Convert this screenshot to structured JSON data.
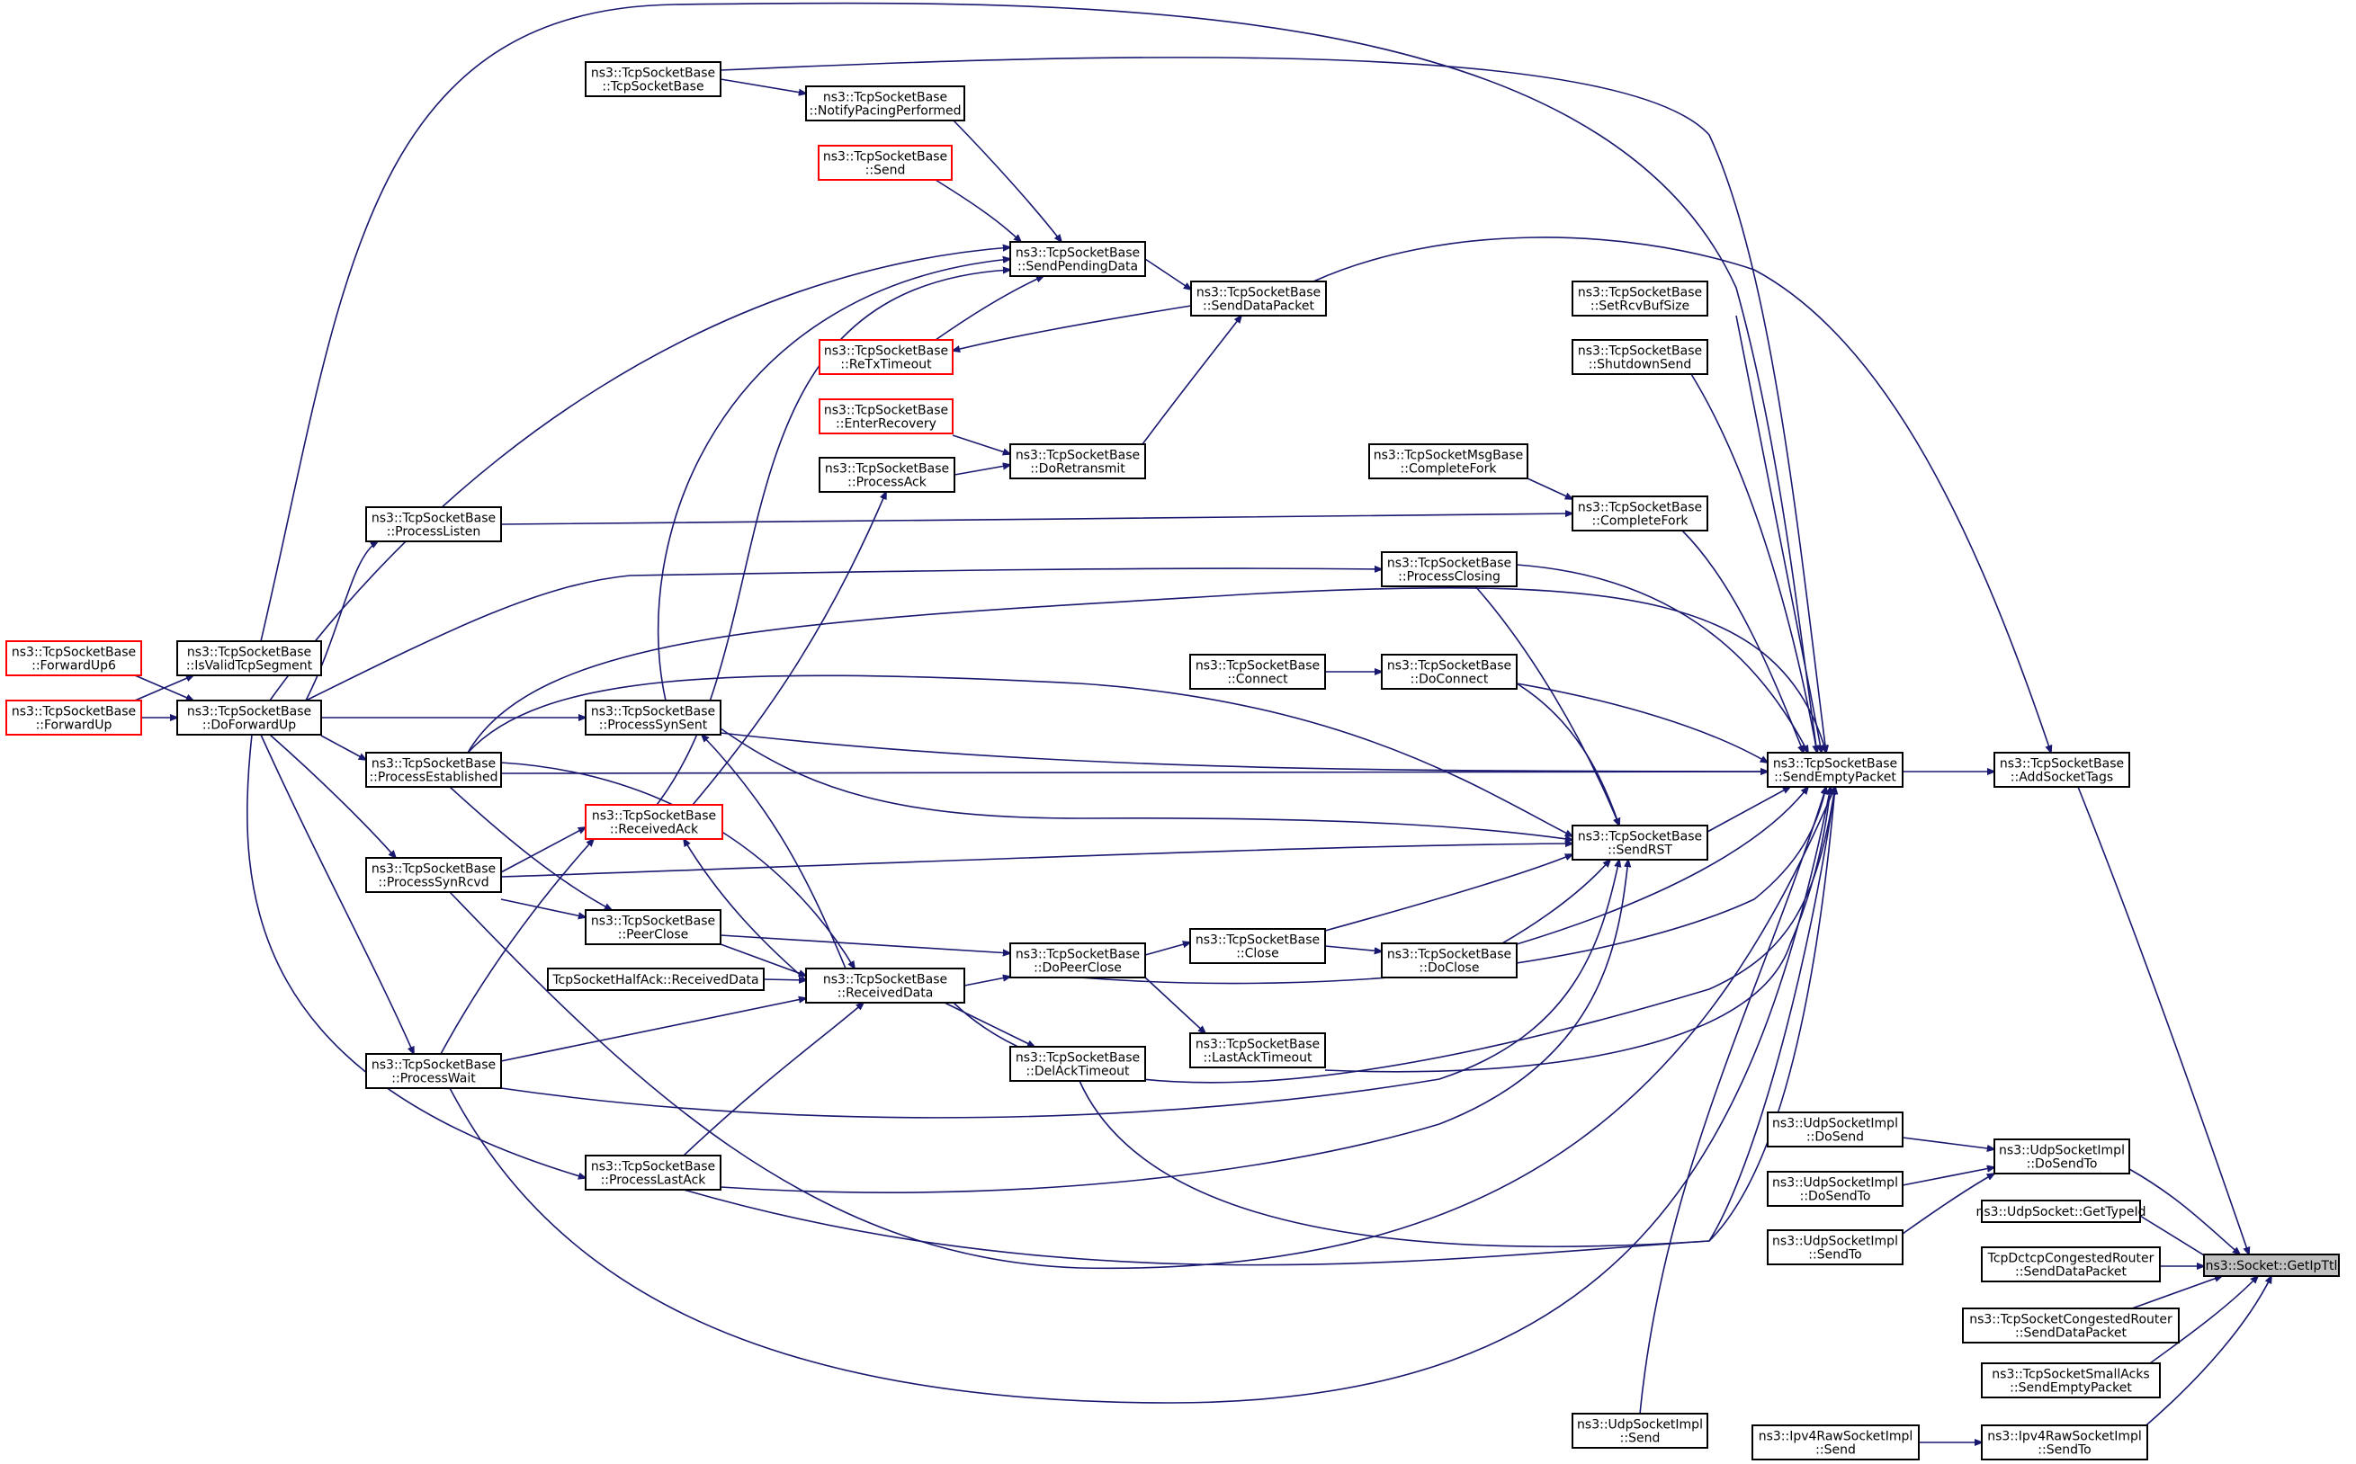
{
  "diagram": {
    "type": "caller-graph",
    "edge_color": "#191970",
    "node_border": "#000000",
    "missing_doc_border": "#ff0000",
    "focus_fill": "#bfbfbf",
    "nodes": {
      "tsb_ctor": [
        "ns3::TcpSocketBase",
        "::TcpSocketBase"
      ],
      "notify_pacing": [
        "ns3::TcpSocketBase",
        "::NotifyPacingPerformed"
      ],
      "send": [
        "ns3::TcpSocketBase",
        "::Send"
      ],
      "send_pending": [
        "ns3::TcpSocketBase",
        "::SendPendingData"
      ],
      "send_data_packet": [
        "ns3::TcpSocketBase",
        "::SendDataPacket"
      ],
      "retx_timeout": [
        "ns3::TcpSocketBase",
        "::ReTxTimeout"
      ],
      "enter_recovery": [
        "ns3::TcpSocketBase",
        "::EnterRecovery"
      ],
      "process_ack": [
        "ns3::TcpSocketBase",
        "::ProcessAck"
      ],
      "do_retransmit": [
        "ns3::TcpSocketBase",
        "::DoRetransmit"
      ],
      "set_rcv_buf": [
        "ns3::TcpSocketBase",
        "::SetRcvBufSize"
      ],
      "shutdown_send": [
        "ns3::TcpSocketBase",
        "::ShutdownSend"
      ],
      "msg_complete_fork": [
        "ns3::TcpSocketMsgBase",
        "::CompleteFork"
      ],
      "complete_fork": [
        "ns3::TcpSocketBase",
        "::CompleteFork"
      ],
      "process_listen": [
        "ns3::TcpSocketBase",
        "::ProcessListen"
      ],
      "process_closing": [
        "ns3::TcpSocketBase",
        "::ProcessClosing"
      ],
      "forward_up6": [
        "ns3::TcpSocketBase",
        "::ForwardUp6"
      ],
      "is_valid_seg": [
        "ns3::TcpSocketBase",
        "::IsValidTcpSegment"
      ],
      "forward_up": [
        "ns3::TcpSocketBase",
        "::ForwardUp"
      ],
      "do_forward_up": [
        "ns3::TcpSocketBase",
        "::DoForwardUp"
      ],
      "connect": [
        "ns3::TcpSocketBase",
        "::Connect"
      ],
      "do_connect": [
        "ns3::TcpSocketBase",
        "::DoConnect"
      ],
      "process_syn_sent": [
        "ns3::TcpSocketBase",
        "::ProcessSynSent"
      ],
      "process_established": [
        "ns3::TcpSocketBase",
        "::ProcessEstablished"
      ],
      "received_ack": [
        "ns3::TcpSocketBase",
        "::ReceivedAck"
      ],
      "send_empty_packet": [
        "ns3::TcpSocketBase",
        "::SendEmptyPacket"
      ],
      "add_socket_tags": [
        "ns3::TcpSocketBase",
        "::AddSocketTags"
      ],
      "send_rst": [
        "ns3::TcpSocketBase",
        "::SendRST"
      ],
      "process_syn_rcvd": [
        "ns3::TcpSocketBase",
        "::ProcessSynRcvd"
      ],
      "peer_close": [
        "ns3::TcpSocketBase",
        "::PeerClose"
      ],
      "close": [
        "ns3::TcpSocketBase",
        "::Close"
      ],
      "do_peer_close": [
        "ns3::TcpSocketBase",
        "::DoPeerClose"
      ],
      "do_close": [
        "ns3::TcpSocketBase",
        "::DoClose"
      ],
      "halfack_received": [
        "TcpSocketHalfAck::ReceivedData"
      ],
      "received_data": [
        "ns3::TcpSocketBase",
        "::ReceivedData"
      ],
      "last_ack_timeout": [
        "ns3::TcpSocketBase",
        "::LastAckTimeout"
      ],
      "process_wait": [
        "ns3::TcpSocketBase",
        "::ProcessWait"
      ],
      "del_ack_timeout": [
        "ns3::TcpSocketBase",
        "::DelAckTimeout"
      ],
      "udp_do_send": [
        "ns3::UdpSocketImpl",
        "::DoSend"
      ],
      "udp_do_send_to_left": [
        "ns3::UdpSocketImpl",
        "::DoSendTo"
      ],
      "udp_do_send_to": [
        "ns3::UdpSocketImpl",
        "::DoSendTo"
      ],
      "process_last_ack": [
        "ns3::TcpSocketBase",
        "::ProcessLastAck"
      ],
      "udp_send_to": [
        "ns3::UdpSocketImpl",
        "::SendTo"
      ],
      "udp_get_type_id": [
        "ns3::UdpSocket::GetTypeId"
      ],
      "get_ip_ttl": [
        "ns3::Socket::GetIpTtl"
      ],
      "dctcp_send_data": [
        "TcpDctcpCongestedRouter",
        "::SendDataPacket"
      ],
      "congested_send_data": [
        "ns3::TcpSocketCongestedRouter",
        "::SendDataPacket"
      ],
      "small_acks_send_empty": [
        "ns3::TcpSocketSmallAcks",
        "::SendEmptyPacket"
      ],
      "udp_send": [
        "ns3::UdpSocketImpl",
        "::Send"
      ],
      "ipv4raw_send": [
        "ns3::Ipv4RawSocketImpl",
        "::Send"
      ],
      "ipv4raw_send_to": [
        "ns3::Ipv4RawSocketImpl",
        "::SendTo"
      ]
    },
    "red_nodes": [
      "send",
      "retx_timeout",
      "enter_recovery",
      "forward_up6",
      "forward_up",
      "received_ack"
    ],
    "highlight_node": "get_ip_ttl"
  }
}
